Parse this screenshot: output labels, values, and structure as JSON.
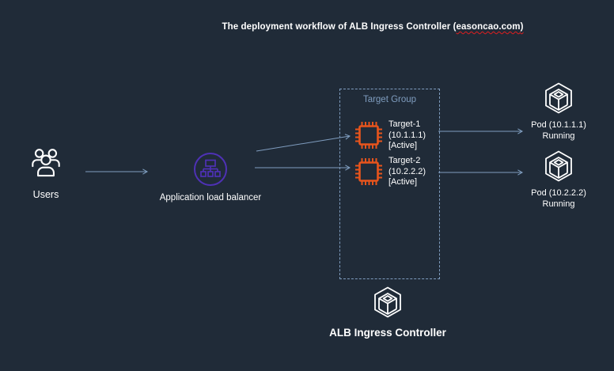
{
  "title": {
    "text_before": "The deployment workflow of ALB Ingress Controller (",
    "domain": "easoncao.com",
    "text_after": ")"
  },
  "nodes": {
    "users": {
      "label": "Users"
    },
    "alb": {
      "label": "Application load balancer"
    },
    "target_group": {
      "title": "Target Group",
      "targets": [
        {
          "name": "Target-1",
          "ip": "(10.1.1.1)",
          "status": "[Active]"
        },
        {
          "name": "Target-2",
          "ip": "(10.2.2.2)",
          "status": "[Active]"
        }
      ]
    },
    "pods": [
      {
        "line1": "Pod (10.1.1.1)",
        "line2": "Running"
      },
      {
        "line1": "Pod (10.2.2.2)",
        "line2": "Running"
      }
    ],
    "controller": {
      "label": "ALB Ingress Controller"
    }
  },
  "edges": [
    {
      "from": "users",
      "to": "application-load-balancer"
    },
    {
      "from": "application-load-balancer",
      "to": "target-1"
    },
    {
      "from": "application-load-balancer",
      "to": "target-2"
    },
    {
      "from": "target-1",
      "to": "pod-1"
    },
    {
      "from": "target-2",
      "to": "pod-2"
    }
  ],
  "colors": {
    "background": "#202b38",
    "text": "#ffffff",
    "steel": "#7f9dbf",
    "orange": "#e8541c",
    "purple": "#4e31b5",
    "red": "#e01e1e"
  }
}
